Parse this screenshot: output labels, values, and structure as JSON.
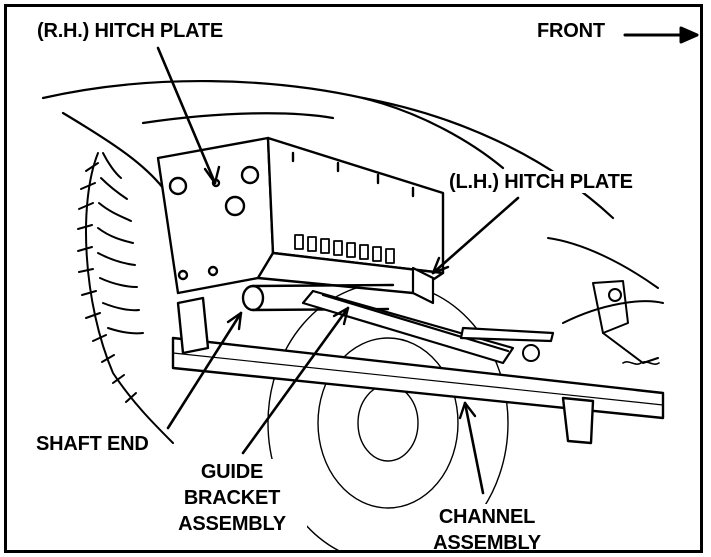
{
  "figure": {
    "labels": {
      "rh_hitch_plate": "(R.H.) HITCH PLATE",
      "front": "FRONT",
      "lh_hitch_plate": "(L.H.) HITCH PLATE",
      "shaft_end": "SHAFT END",
      "guide_bracket_assembly": [
        "GUIDE",
        "BRACKET",
        "ASSEMBLY"
      ],
      "channel_assembly": [
        "CHANNEL",
        "ASSEMBLY"
      ]
    },
    "colors": {
      "ink": "#000000",
      "paper": "#ffffff"
    }
  }
}
